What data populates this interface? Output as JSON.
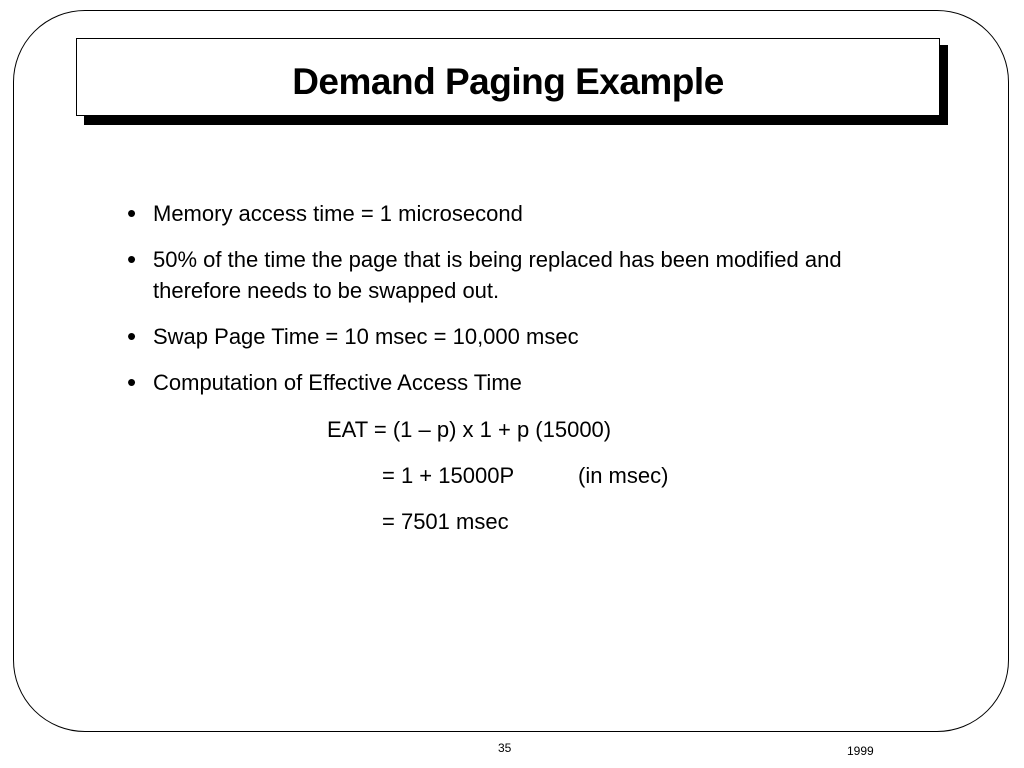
{
  "slide": {
    "title": "Demand Paging Example",
    "bullet_glyph": "•",
    "bullets": [
      "Memory access time = 1 microsecond",
      "50% of the time the page that is being replaced has been modified and therefore needs to be swapped out.",
      "Swap Page Time = 10 msec = 10,000 msec",
      "Computation of Effective Access Time"
    ],
    "equations": {
      "line1": "EAT = (1 – p) x 1 + p (15000)",
      "line2": "= 1 + 15000P",
      "line2_note": "(in msec)",
      "line3": "= 7501 msec"
    },
    "footer": {
      "page_number": "35",
      "year": "1999"
    }
  }
}
